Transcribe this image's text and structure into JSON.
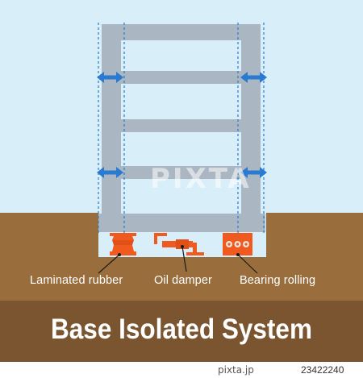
{
  "title": "Base Isolated System",
  "labels": {
    "laminated_rubber": "Laminated rubber",
    "oil_damper": "Oil damper",
    "bearing_rolling": "Bearing rolling"
  },
  "watermark": "PIXTA",
  "footer": {
    "brand": "pixta.jp",
    "image_id": "23422240"
  },
  "colors": {
    "sky": "#d8eef9",
    "ground": "#996e3c",
    "ground_dark": "#7a5530",
    "frame": "#aab7c2",
    "device": "#f05a1e",
    "arrow": "#2a7ad1",
    "guide": "#2a7ad1"
  },
  "icons": {
    "arrows": "double-headed-horizontal-arrow",
    "devices": [
      "laminated-rubber-isolator-icon",
      "oil-damper-icon",
      "bearing-rolling-icon"
    ]
  }
}
